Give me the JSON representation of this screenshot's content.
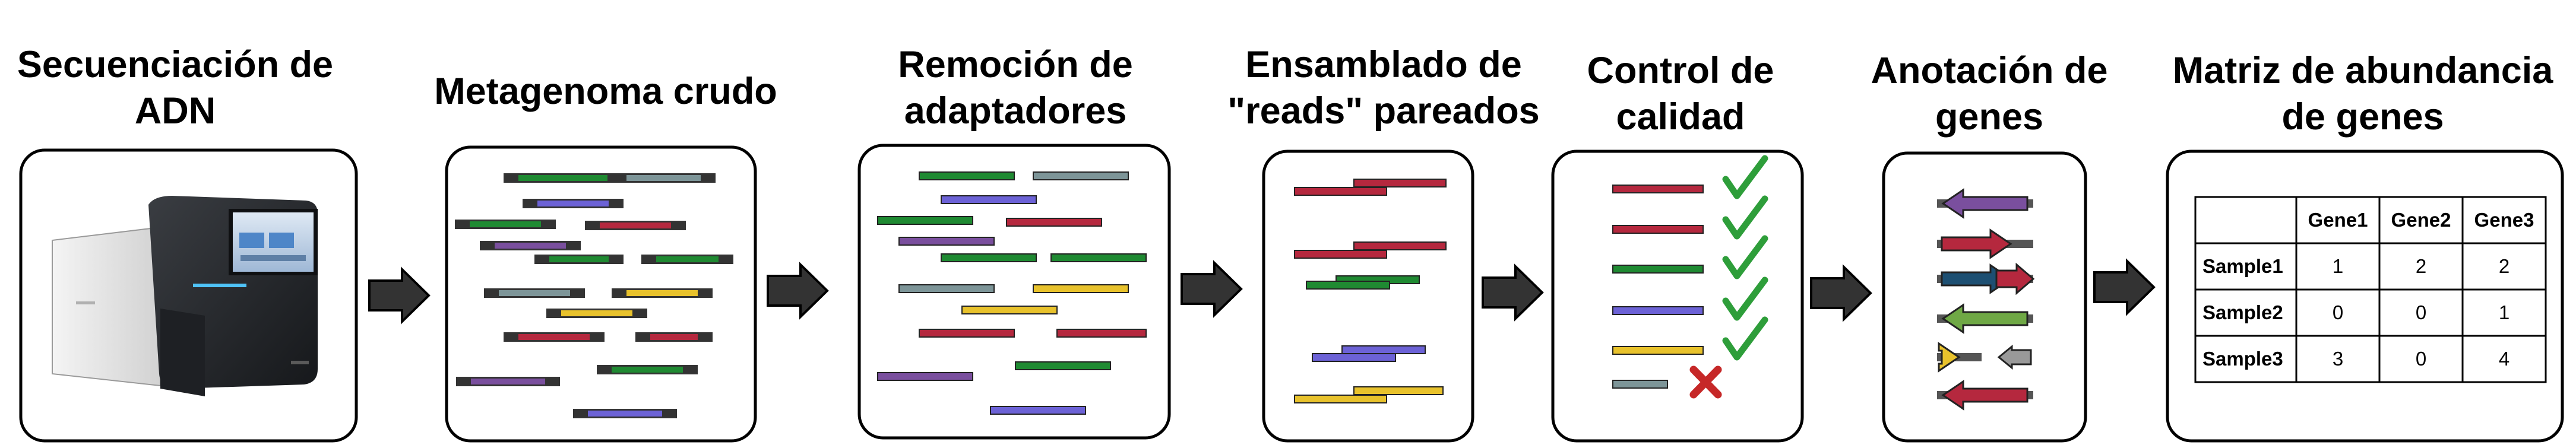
{
  "steps": [
    {
      "title_lines": [
        "Secuenciación de",
        "ADN"
      ]
    },
    {
      "title_lines": [
        "Metagenoma crudo"
      ]
    },
    {
      "title_lines": [
        "Remoción de",
        "adaptadores"
      ]
    },
    {
      "title_lines": [
        "Ensamblado de",
        "\"reads\" pareados"
      ]
    },
    {
      "title_lines": [
        "Control de",
        "calidad"
      ]
    },
    {
      "title_lines": [
        "Anotación de",
        "genes"
      ]
    },
    {
      "title_lines": [
        "Matriz de abundancia",
        "de genes"
      ]
    }
  ],
  "icons": {
    "sequencer": "dna-sequencer-icon",
    "check": "check-icon",
    "fail": "cross-icon",
    "gene_arrow": "gene-arrow-icon"
  },
  "colors": {
    "red": "#b5283e",
    "slate": "#7d9598",
    "blue": "#6c62d6",
    "green": "#1f8a32",
    "purple": "#7a4f9e",
    "yellow": "#e8c22c",
    "navy": "#1d4f72",
    "olive": "#6fa845",
    "check": "#2e9e3a",
    "cross": "#c62828"
  },
  "matrix": {
    "columns": [
      "Gene1",
      "Gene2",
      "Gene3"
    ],
    "rows": [
      {
        "label": "Sample1",
        "values": [
          "1",
          "2",
          "2"
        ]
      },
      {
        "label": "Sample2",
        "values": [
          "0",
          "0",
          "1"
        ]
      },
      {
        "label": "Sample3",
        "values": [
          "3",
          "0",
          "4"
        ]
      }
    ]
  }
}
